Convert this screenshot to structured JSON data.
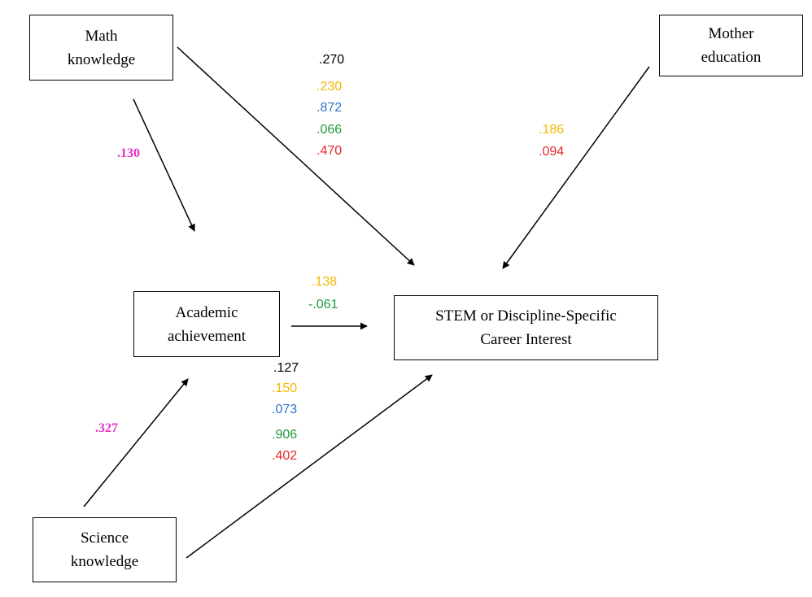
{
  "nodes": {
    "math": [
      "Math",
      "knowledge"
    ],
    "mother": [
      "Mother",
      "education"
    ],
    "academic": [
      "Academic",
      "achievement"
    ],
    "stem": [
      "STEM or Discipline-Specific",
      "Career Interest"
    ],
    "science": [
      "Science",
      "knowledge"
    ]
  },
  "colors": {
    "black": "#000000",
    "yellow": "#f5b800",
    "blue": "#2e74c9",
    "green": "#1f9a3c",
    "red": "#e8252b",
    "magenta": "#e830c8"
  },
  "paths": {
    "math_to_stem": [
      {
        "value": ".270",
        "color": "black"
      },
      {
        "value": ".230",
        "color": "yellow"
      },
      {
        "value": ".872",
        "color": "blue"
      },
      {
        "value": ".066",
        "color": "green"
      },
      {
        "value": ".470",
        "color": "red"
      }
    ],
    "mother_to_stem": [
      {
        "value": ".186",
        "color": "yellow"
      },
      {
        "value": ".094",
        "color": "red"
      }
    ],
    "math_to_academic": [
      {
        "value": ".130",
        "color": "magenta"
      }
    ],
    "academic_to_stem": [
      {
        "value": ".138",
        "color": "yellow"
      },
      {
        "value": "-.061",
        "color": "green"
      }
    ],
    "science_to_stem": [
      {
        "value": ".127",
        "color": "black"
      },
      {
        "value": ".150",
        "color": "yellow"
      },
      {
        "value": ".073",
        "color": "blue"
      },
      {
        "value": ".906",
        "color": "green"
      },
      {
        "value": ".402",
        "color": "red"
      }
    ],
    "science_to_academic": [
      {
        "value": ".327",
        "color": "magenta"
      }
    ]
  }
}
